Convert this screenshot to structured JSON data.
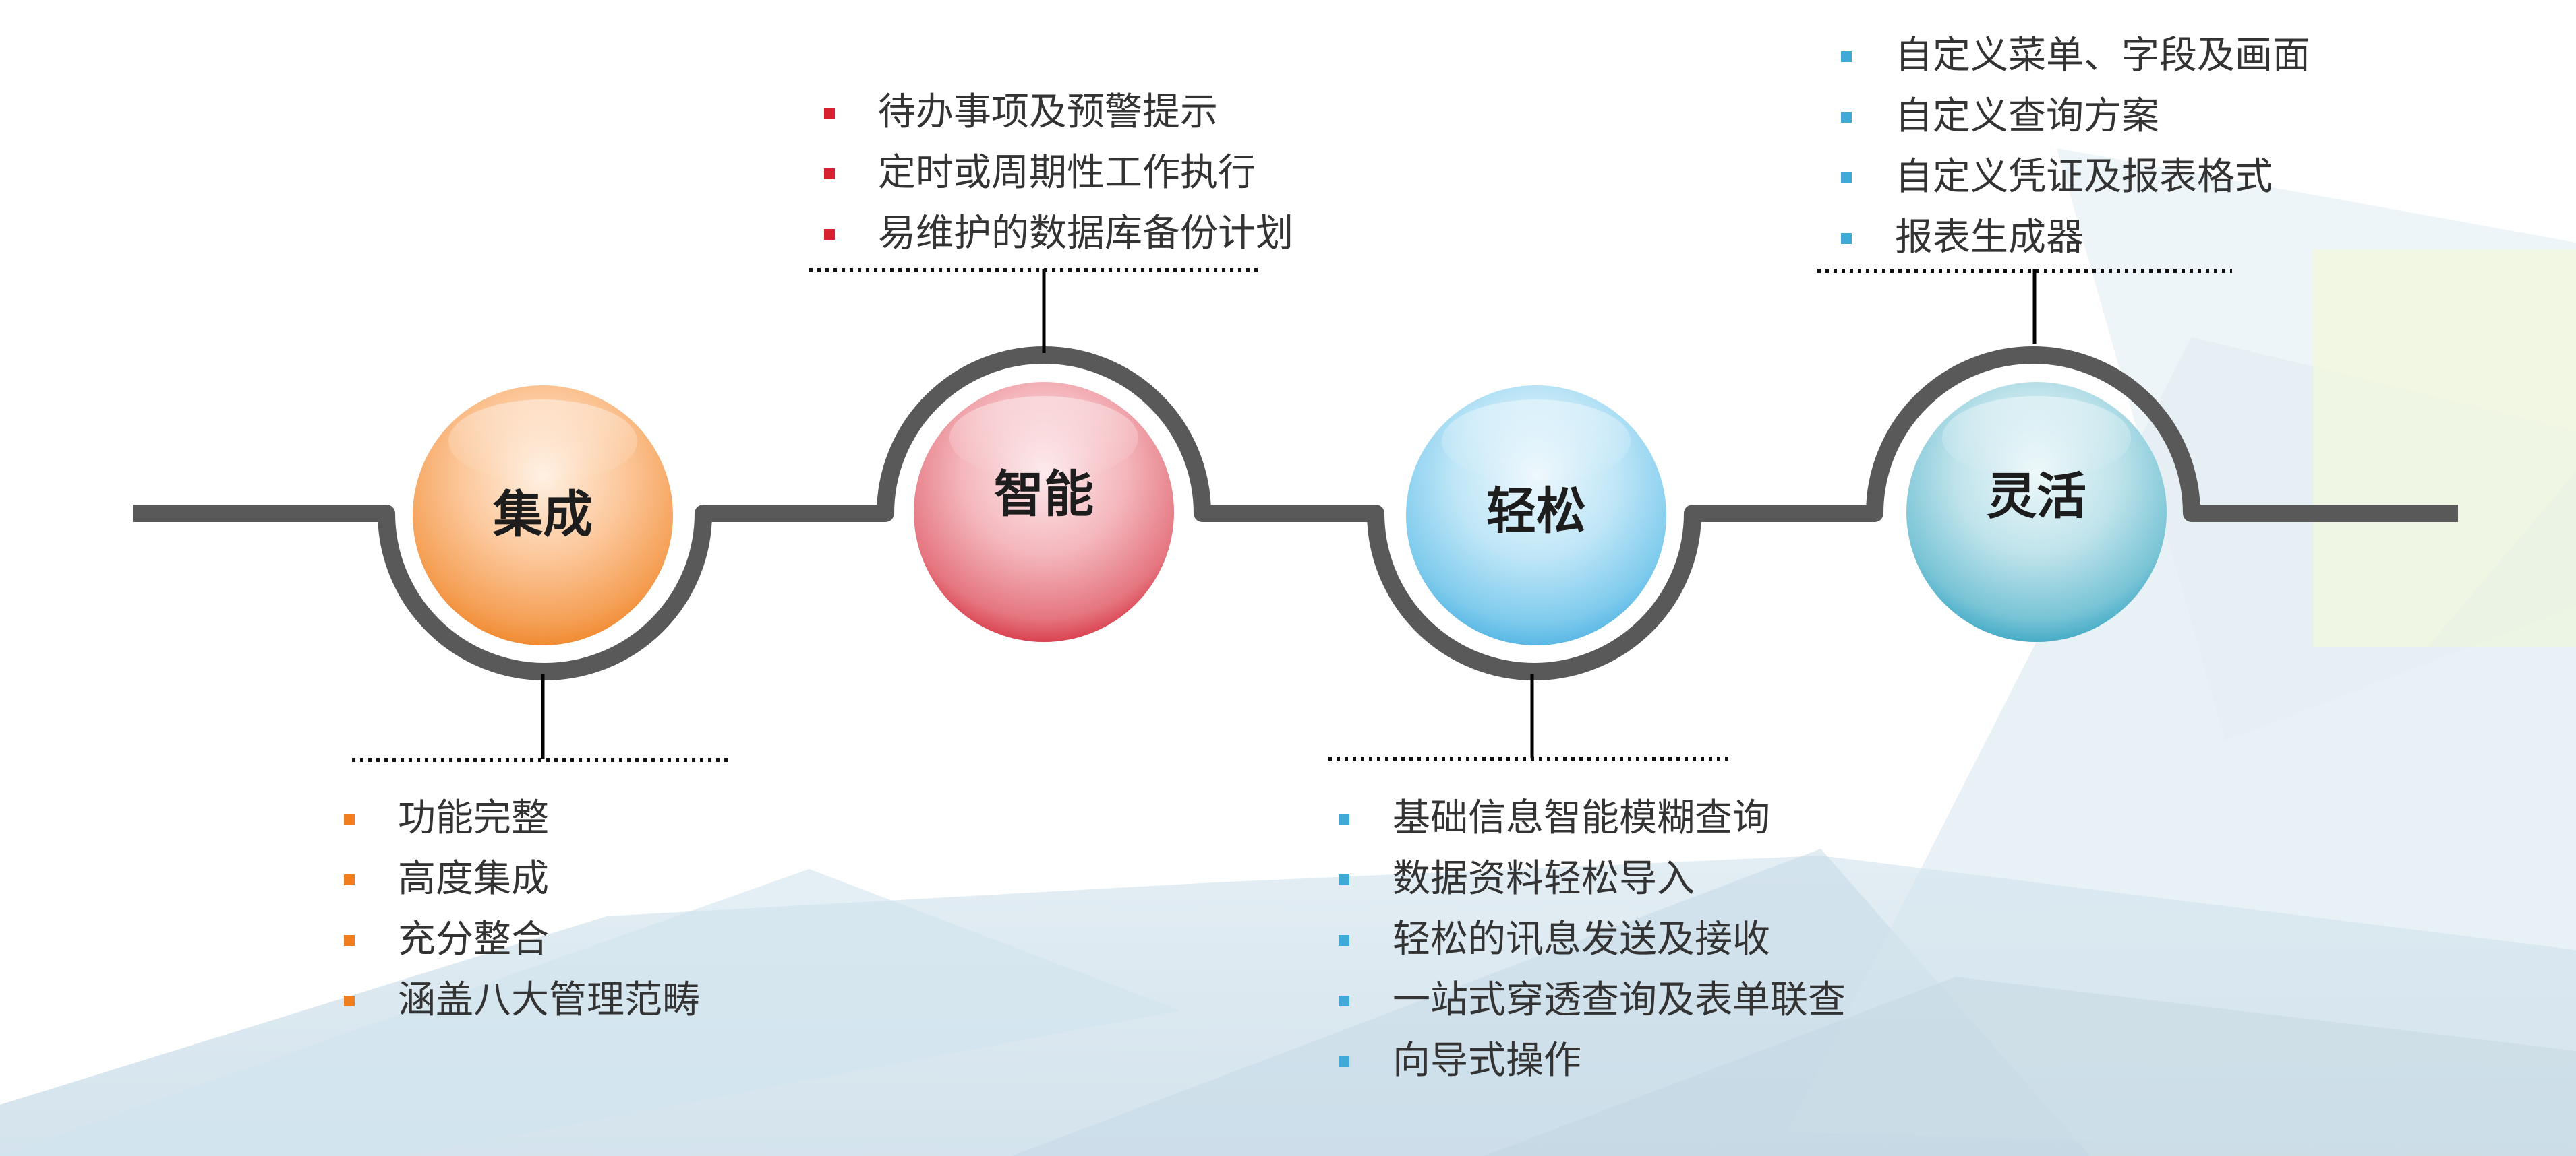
{
  "nodes": [
    {
      "label": "集成"
    },
    {
      "label": "智能"
    },
    {
      "label": "轻松"
    },
    {
      "label": "灵活"
    }
  ],
  "bullets": {
    "jicheng": [
      "功能完整",
      "高度集成",
      "充分整合",
      "涵盖八大管理范畴"
    ],
    "zhineng": [
      "待办事项及预警提示",
      "定时或周期性工作执行",
      "易维护的数据库备份计划"
    ],
    "qingsong": [
      "基础信息智能模糊查询",
      "数据资料轻松导入",
      "轻松的讯息发送及接收",
      "一站式穿透查询及表单联查",
      "向导式操作"
    ],
    "linghuo": [
      "自定义菜单、字段及画面",
      "自定义查询方案",
      "自定义凭证及报表格式",
      "报表生成器"
    ]
  },
  "colors": {
    "track": "#595959",
    "orange": "#f07e1c",
    "red": "#d62230",
    "blue": "#3fa9d8",
    "teal": "#2aa6c2"
  }
}
